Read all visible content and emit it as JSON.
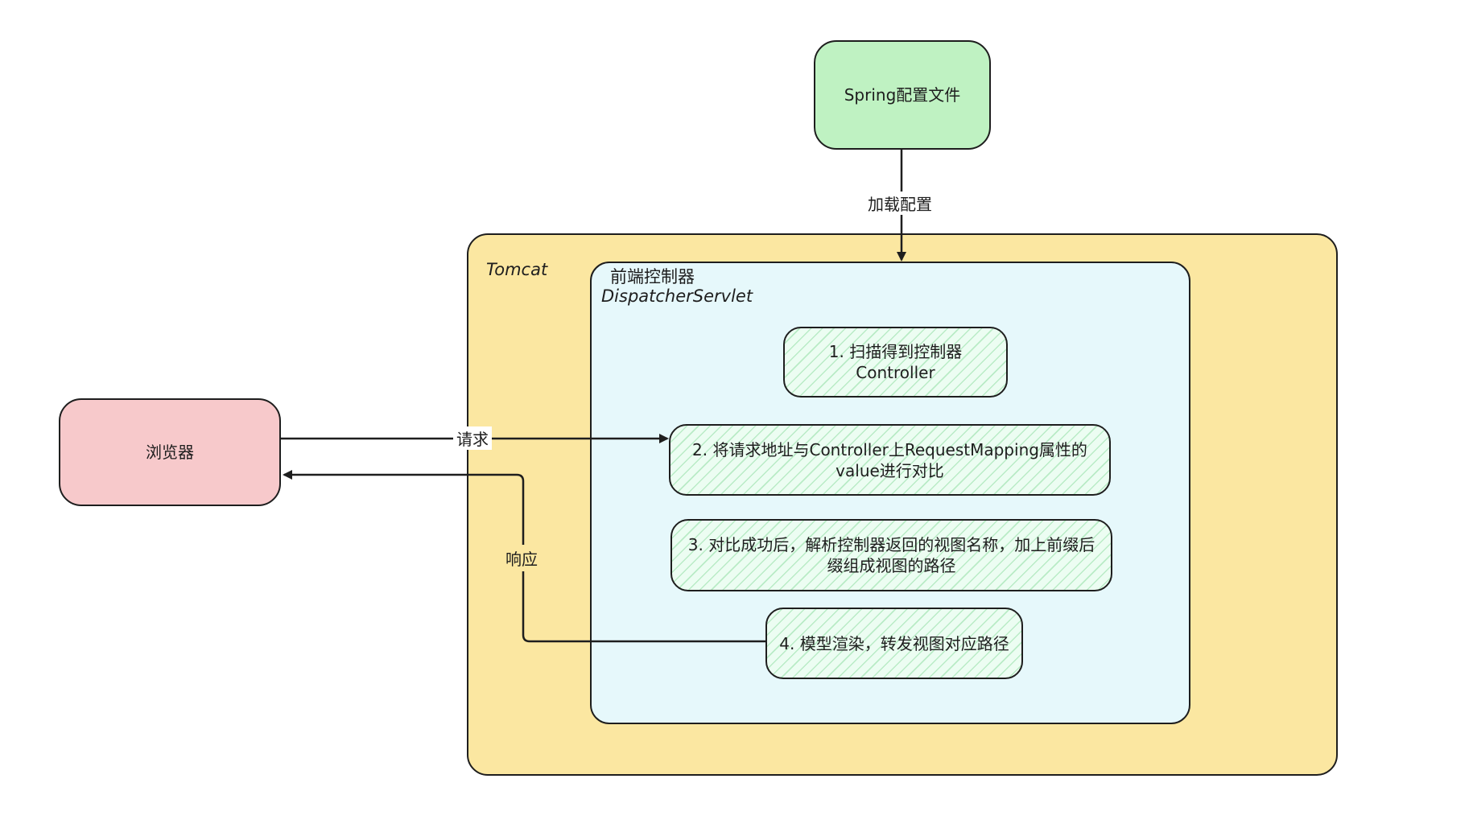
{
  "nodes": {
    "spring_config": "Spring配置文件",
    "browser": "浏览器",
    "tomcat": "Tomcat",
    "dispatcher_title": "前端控制器",
    "dispatcher_subtitle": "DispatcherServlet",
    "step1": "1. 扫描得到控制器\nController",
    "step2": "2. 将请求地址与Controller上RequestMapping属性的\nvalue进行对比",
    "step3": "3. 对比成功后，解析控制器返回的视图名称，加上前缀后\n缀组成视图的路径",
    "step4": "4. 模型渲染，转发视图对应路径"
  },
  "edges": {
    "load_config": "加载配置",
    "request": "请求",
    "response": "响应"
  },
  "colors": {
    "spring_fill": "#bff2c2",
    "browser_fill": "#f7c9cb",
    "tomcat_fill": "#fbe7a1",
    "dispatcher_fill": "#e6f8fb",
    "step_hatch": "#7bd690",
    "stroke": "#1e1e1e"
  }
}
